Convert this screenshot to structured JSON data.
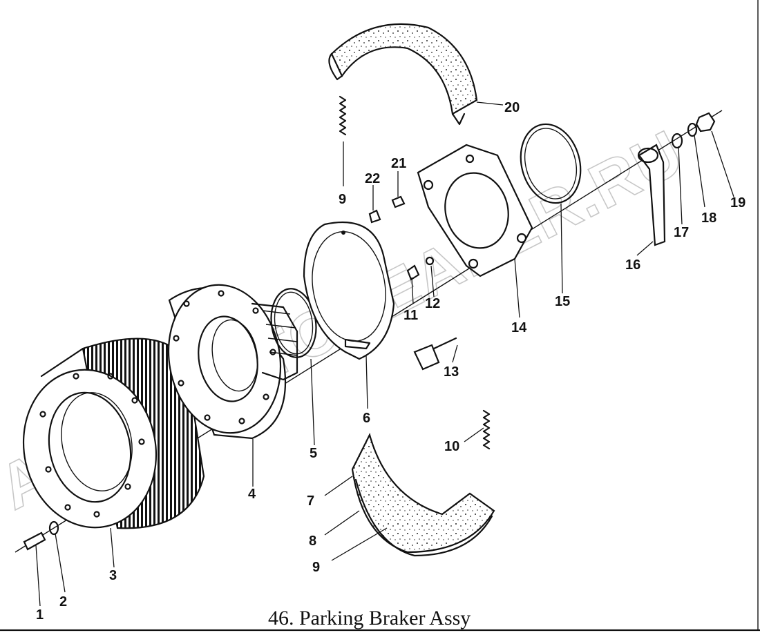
{
  "caption": "46. Parking Braker Assy",
  "watermark": "ACAT.AUTODEALER.RU",
  "labels": {
    "p1": "1",
    "p2": "2",
    "p3": "3",
    "p4": "4",
    "p5": "5",
    "p6": "6",
    "p7": "7",
    "p8": "8",
    "p9a": "9",
    "p9b": "9",
    "p10": "10",
    "p11": "11",
    "p12": "12",
    "p13": "13",
    "p14": "14",
    "p15": "15",
    "p16": "16",
    "p17": "17",
    "p18": "18",
    "p19": "19",
    "p20": "20",
    "p21": "21",
    "p22": "22"
  }
}
